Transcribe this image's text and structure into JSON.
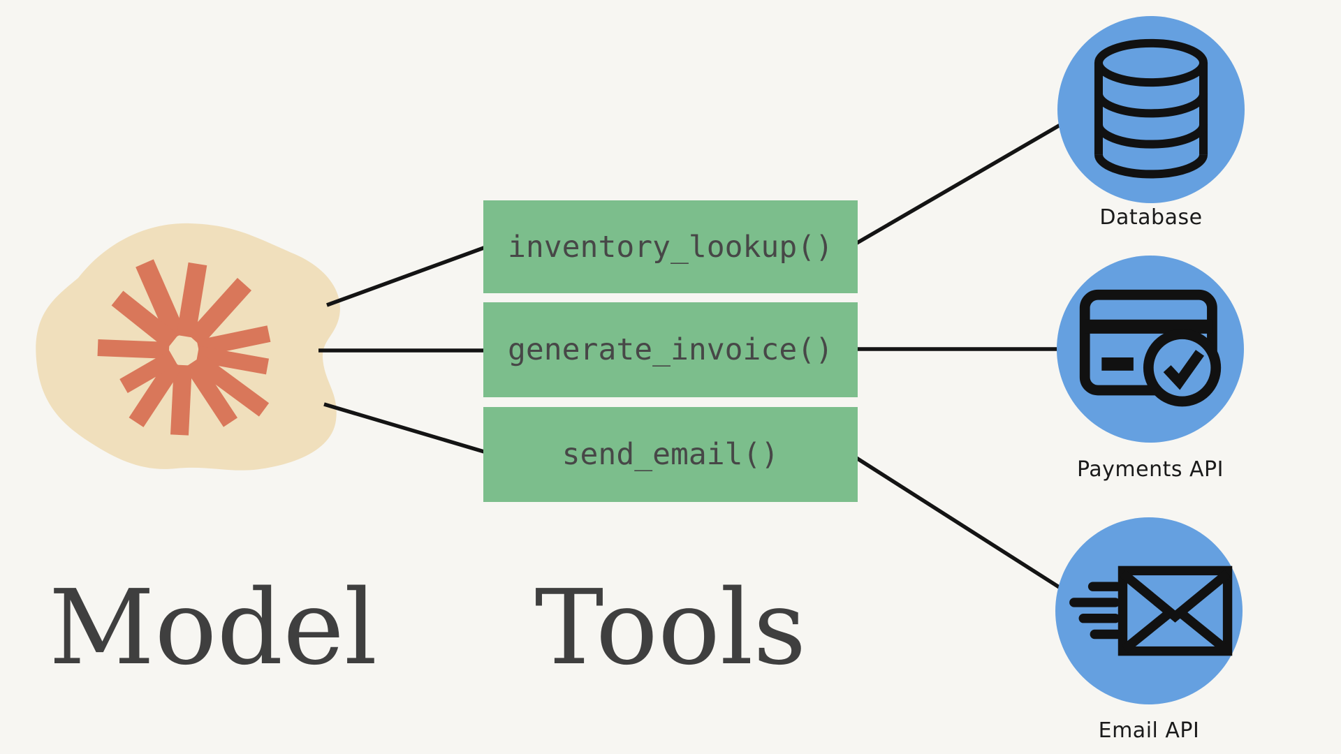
{
  "model": {
    "label": "Model"
  },
  "tools": {
    "label": "Tools",
    "functions": [
      "inventory_lookup()",
      "generate_invoice()",
      "send_email()"
    ]
  },
  "services": [
    {
      "label": "Database",
      "icon": "database-icon"
    },
    {
      "label": "Payments API",
      "icon": "credit-card-check-icon"
    },
    {
      "label": "Email API",
      "icon": "email-send-icon"
    }
  ],
  "colors": {
    "background": "#f7f6f2",
    "blob_fill": "#f0dfbc",
    "starburst": "#d9775a",
    "tool_box": "#7cbe8c",
    "tool_text": "#474747",
    "service_circle": "#65a0e0",
    "connector": "#141414",
    "icon_stroke": "#111111",
    "title_text": "#3f3f3f",
    "label_text": "#1a1a1a"
  }
}
